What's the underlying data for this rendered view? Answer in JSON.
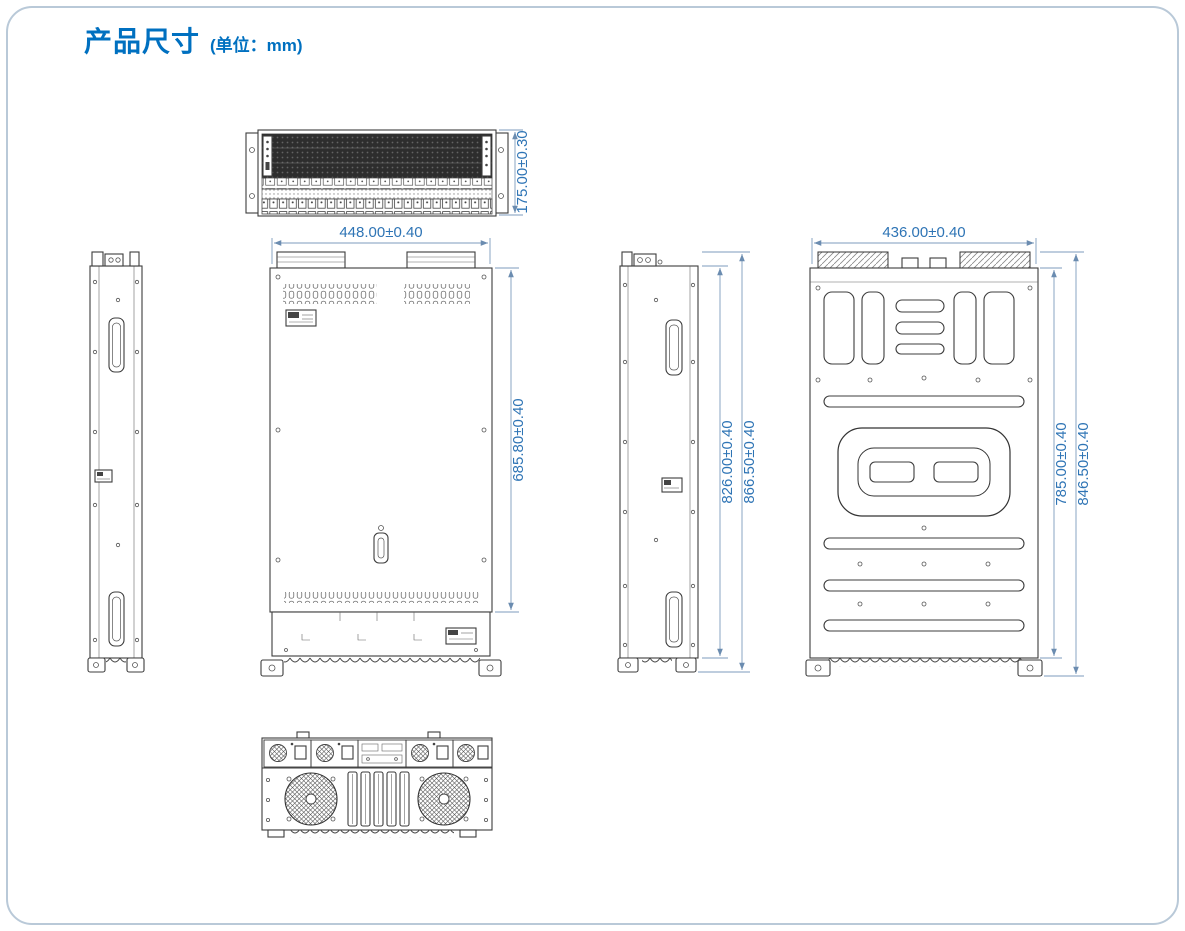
{
  "header": {
    "title": "产品尺寸",
    "unit_note": "(单位：mm)"
  },
  "dimensions": {
    "front_height": "175.00±0.30",
    "top_width": "448.00±0.40",
    "top_depth": "685.80±0.40",
    "side_body_height": "826.00±0.40",
    "side_total_height": "866.50±0.40",
    "bottom_width": "436.00±0.40",
    "bottom_body_height": "785.00±0.40",
    "bottom_total_height": "846.50±0.40"
  },
  "colors": {
    "title_blue": "#0070C0",
    "dimension_text": "#2E74B5",
    "dimension_line": "#7D9BBD",
    "drawing_line": "#3C3C3C",
    "border": "#B9C9D8"
  }
}
